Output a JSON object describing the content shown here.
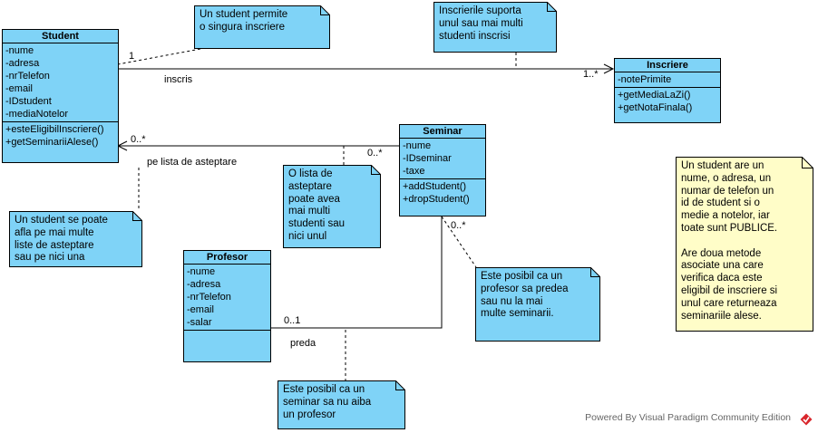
{
  "classes": {
    "student": {
      "name": "Student",
      "attributes": [
        "-nume",
        "-adresa",
        "-nrTelefon",
        "-email",
        "-IDstudent",
        "-mediaNotelor"
      ],
      "operations": [
        "+esteEligibilInscriere()",
        "+getSeminariiAlese()"
      ]
    },
    "inscriere": {
      "name": "Inscriere",
      "attributes": [
        "-notePrimite"
      ],
      "operations": [
        "+getMediaLaZi()",
        "+getNotaFinala()"
      ]
    },
    "seminar": {
      "name": "Seminar",
      "attributes": [
        "-nume",
        "-IDseminar",
        "-taxe"
      ],
      "operations": [
        "+addStudent()",
        "+dropStudent()"
      ]
    },
    "profesor": {
      "name": "Profesor",
      "attributes": [
        "-nume",
        "-adresa",
        "-nrTelefon",
        "-email",
        "-salar"
      ]
    }
  },
  "notes": {
    "n1": "Un student permite\no singura inscriere",
    "n2": "Inscrierile suporta\nunul sau mai multi\nstudenti inscrisi",
    "n3": "O lista de\nasteptare\npoate avea\nmai multi\nstudenti sau\nnici unul",
    "n4": "Un student se poate\nafla pe mai multe\nliste de asteptare\nsau pe nici una",
    "n5": "Este posibil ca un\nprofesor sa predea\nsau nu la mai\nmulte seminarii.",
    "n6": "Este posibil ca un\nseminar sa nu aiba\nun profesor",
    "n7": "Un student are un\nnume, o adresa, un\nnumar de telefon un\nid de student si o\nmedie a notelor, iar\ntoate sunt PUBLICE.\n\nAre doua metode\nasociate una care\nverifica daca este\neligibil de inscriere si\nunul care returneaza\nseminariile alese."
  },
  "labels": {
    "inscris": "inscris",
    "mult_1": "1",
    "mult_1star": "1..*",
    "mult_0star_a": "0..*",
    "mult_0star_b": "0..*",
    "mult_0star_c": "0..*",
    "mult_01": "0..1",
    "pe_lista": "pe lista de asteptare",
    "preda": "preda"
  },
  "footer": "Powered By Visual Paradigm Community Edition",
  "colors": {
    "class_fill": "#7fd3f7",
    "note_blue": "#7fd3f7",
    "note_yellow": "#fffdc8"
  }
}
